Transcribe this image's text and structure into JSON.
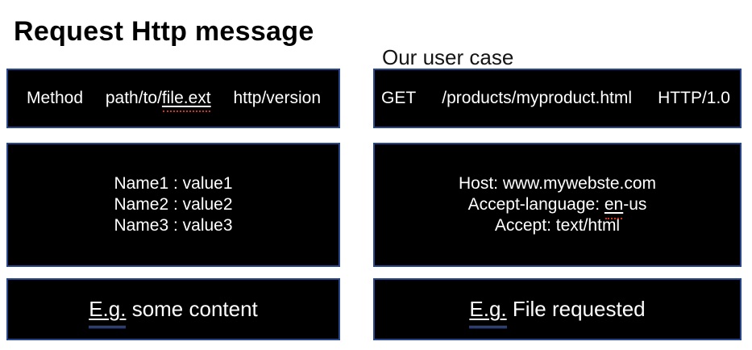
{
  "slide": {
    "title": "Request Http message",
    "caption": "Our user case"
  },
  "colors": {
    "box_background": "#000000",
    "box_border": "#28468C",
    "box_text": "#FFFFFF",
    "title_text": "#000000",
    "spellcheck_underline": "#D0361F",
    "grammar_underline": "#3E6DC5"
  },
  "template_panel": {
    "request_line": {
      "method": "Method",
      "path_prefix": "path/to/",
      "path_file": "file.ext",
      "version": "http/version"
    },
    "header_lines": [
      "Name1 : value1",
      "Name2 : value2",
      "Name3 : value3"
    ],
    "body_line": {
      "marked": "E.g.",
      "rest": " some content"
    }
  },
  "example_panel": {
    "request_line": {
      "method": "GET",
      "path": "/products/myproduct.html",
      "version": "HTTP/1.0"
    },
    "header_lines": {
      "host": "Host: www.mywebste.com",
      "accept_language_prefix": "Accept-language: ",
      "accept_language_marked": "en",
      "accept_language_suffix": "-us",
      "accept": "Accept: text/html"
    },
    "body_line": {
      "marked": "E.g.",
      "rest": " File requested"
    }
  }
}
